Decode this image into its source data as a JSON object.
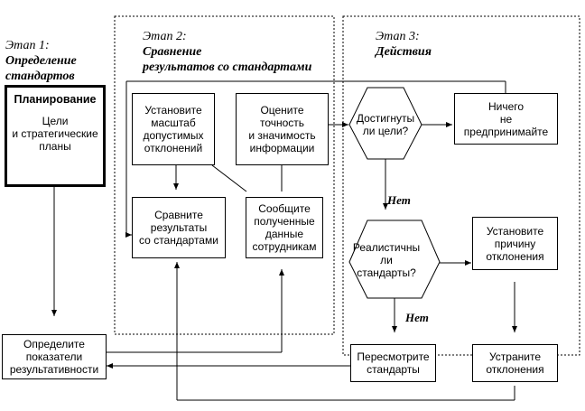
{
  "stages": [
    {
      "num": "Этап 1:",
      "title_line1": "Определение",
      "title_line2": "стандартов"
    },
    {
      "num": "Этап 2:",
      "title_line1": "Сравнение",
      "title_line2": "результатов со стандартами"
    },
    {
      "num": "Этап 3:",
      "title_line1": "Действия",
      "title_line2": ""
    }
  ],
  "planning": {
    "title": "Планирование",
    "line1": "Цели",
    "line2": "и стратегические",
    "line3": "планы"
  },
  "boxes": {
    "set_scale": [
      "Установите",
      "масштаб",
      "допустимых",
      "отклонений"
    ],
    "evaluate": [
      "Оцените",
      "точность",
      "и значимость",
      "информации"
    ],
    "compare": [
      "Сравните",
      "результаты",
      "со стандартами"
    ],
    "report": [
      "Сообщите",
      "полученные",
      "данные",
      "сотрудникам"
    ],
    "nothing": [
      "Ничего",
      "не",
      "предпринимайте"
    ],
    "find_cause": [
      "Установите",
      "причину",
      "отклонения"
    ],
    "revise": [
      "Пересмотрите",
      "стандарты"
    ],
    "fix": [
      "Устраните",
      "отклонения"
    ],
    "indicators": [
      "Определите",
      "показатели",
      "результативности"
    ]
  },
  "decisions": {
    "goals_reached": [
      "Достигнуты",
      "ли цели?"
    ],
    "realistic": [
      "Реалистичны",
      "ли",
      "стандарты?"
    ]
  },
  "edge_labels": {
    "no1": "Нет",
    "no2": "Нет"
  }
}
